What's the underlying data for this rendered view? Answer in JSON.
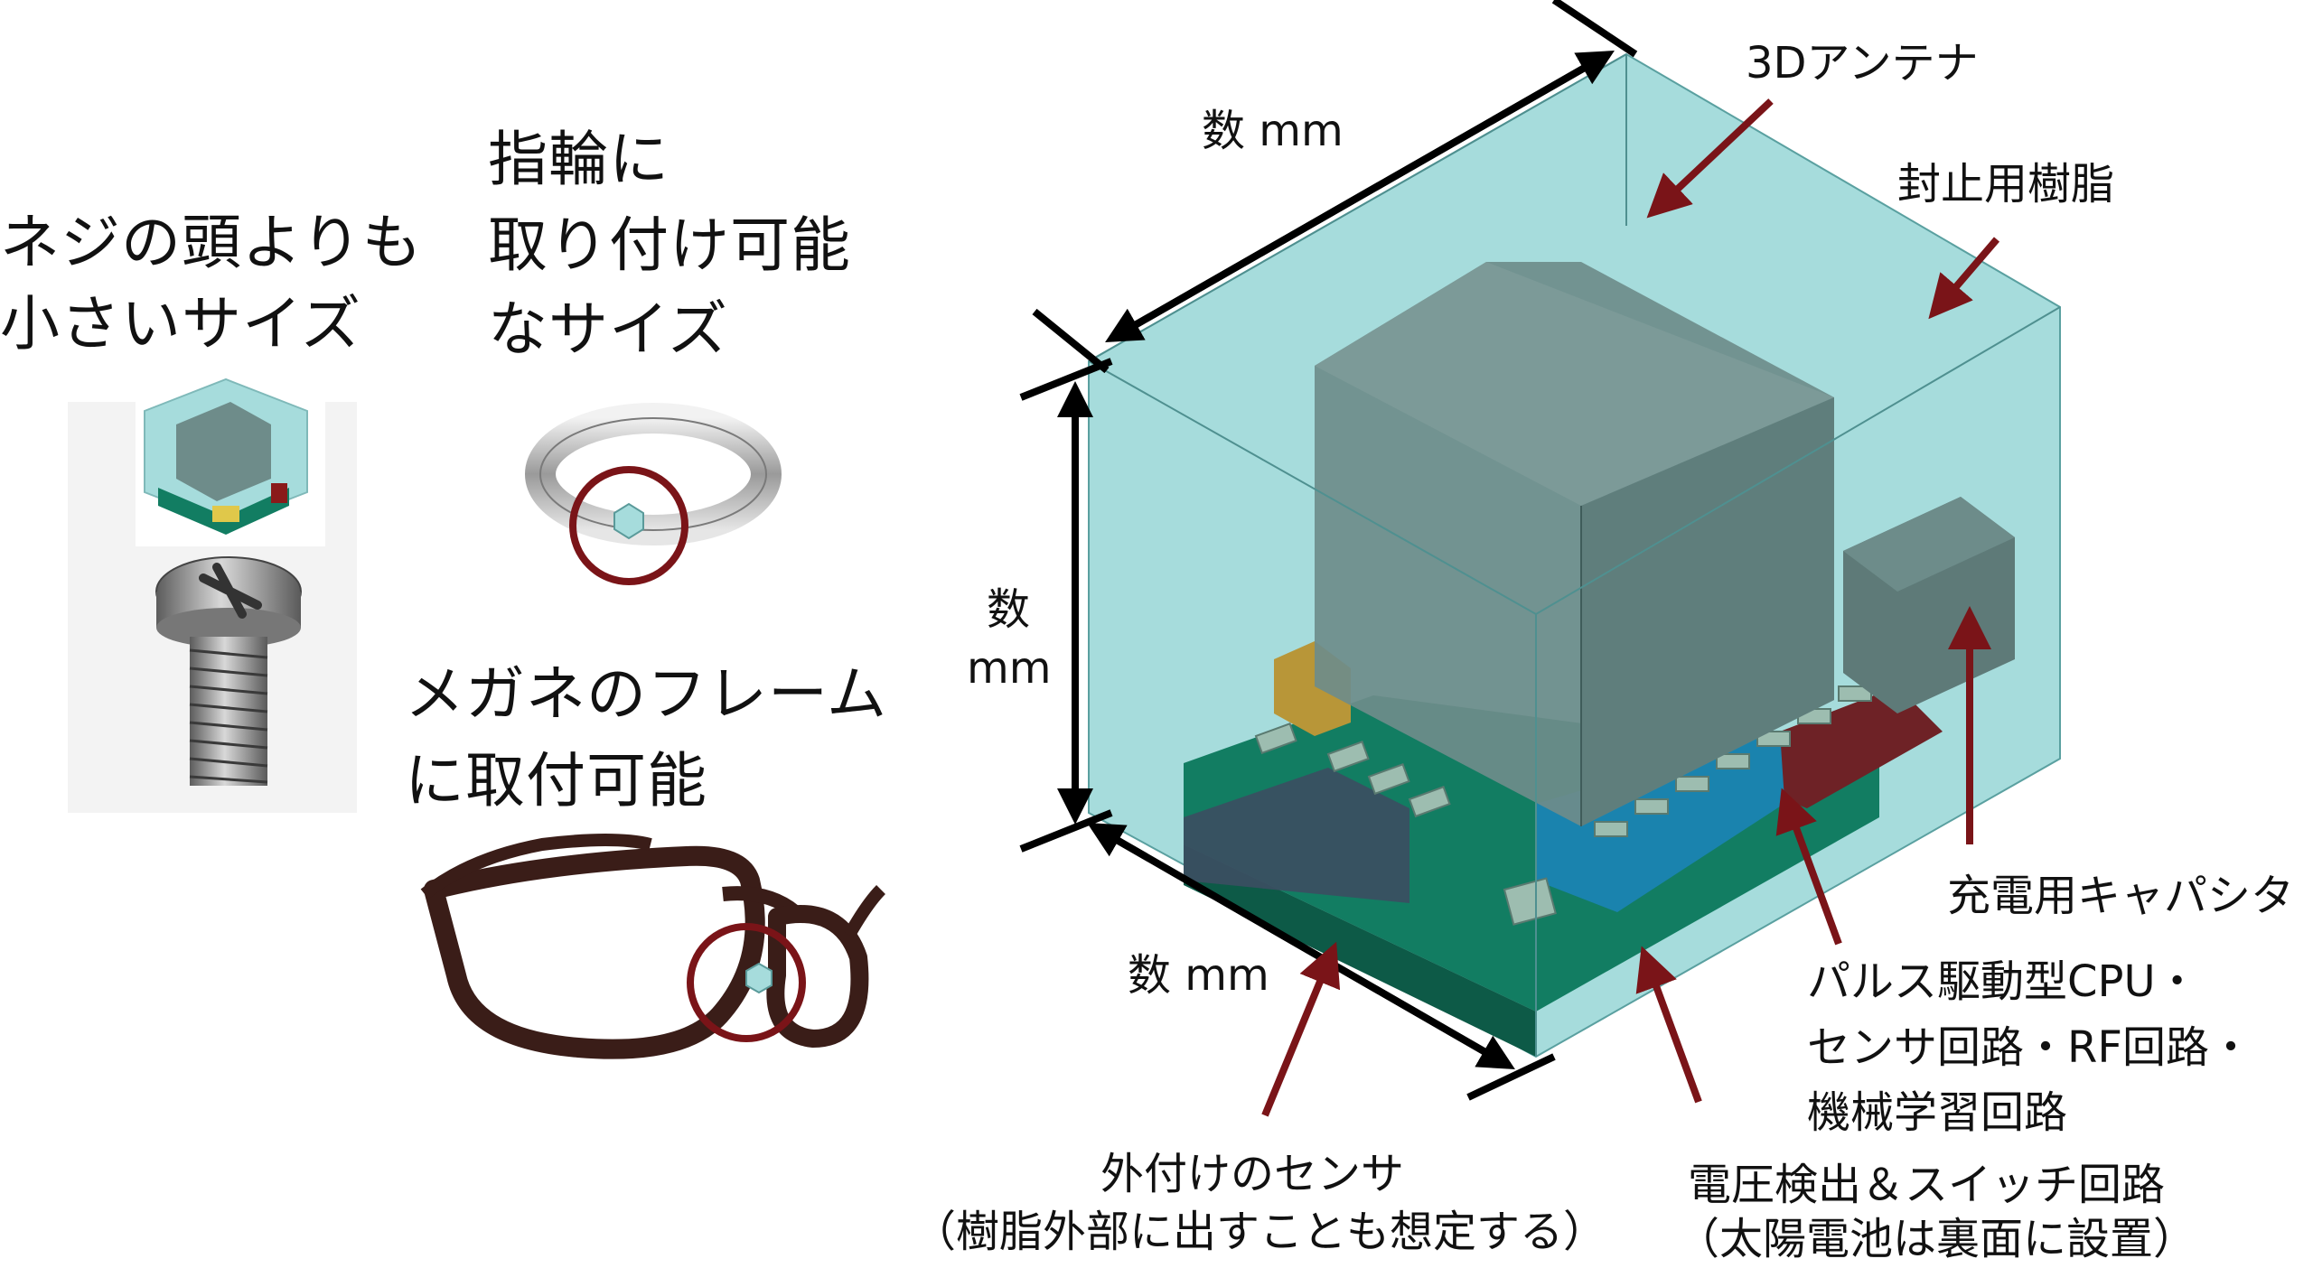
{
  "left_panel": {
    "screw_caption": [
      "ネジの頭よりも",
      "小さいサイズ"
    ],
    "ring_caption": [
      "指輪に",
      "取り付け可能",
      "なサイズ"
    ],
    "glasses_caption": [
      "メガネのフレーム",
      "に取付可能"
    ]
  },
  "diagram": {
    "dim_top": "数 mm",
    "dim_left_num": "数",
    "dim_left_unit": "mm",
    "dim_bottom": "数 mm",
    "antenna": "3Dアンテナ",
    "resin": "封止用樹脂",
    "capacitor": "充電用キャパシタ",
    "cpu": [
      "パルス駆動型CPU・",
      "センサ回路・RF回路・",
      "機械学習回路"
    ],
    "switch": [
      "電圧検出＆スイッチ回路",
      "（太陽電池は裏面に設置）"
    ],
    "sensor": [
      "外付けのセンサ",
      "（樹脂外部に出すことも想定する）"
    ]
  },
  "colors": {
    "resin": "#a6dcdc",
    "antenna": "#6e8c8a",
    "arrow": "#7a1418",
    "board": "#127d62",
    "chip_blue": "#1a83ae",
    "capacitor": "#5e7a78",
    "red_block": "#6e2226"
  }
}
